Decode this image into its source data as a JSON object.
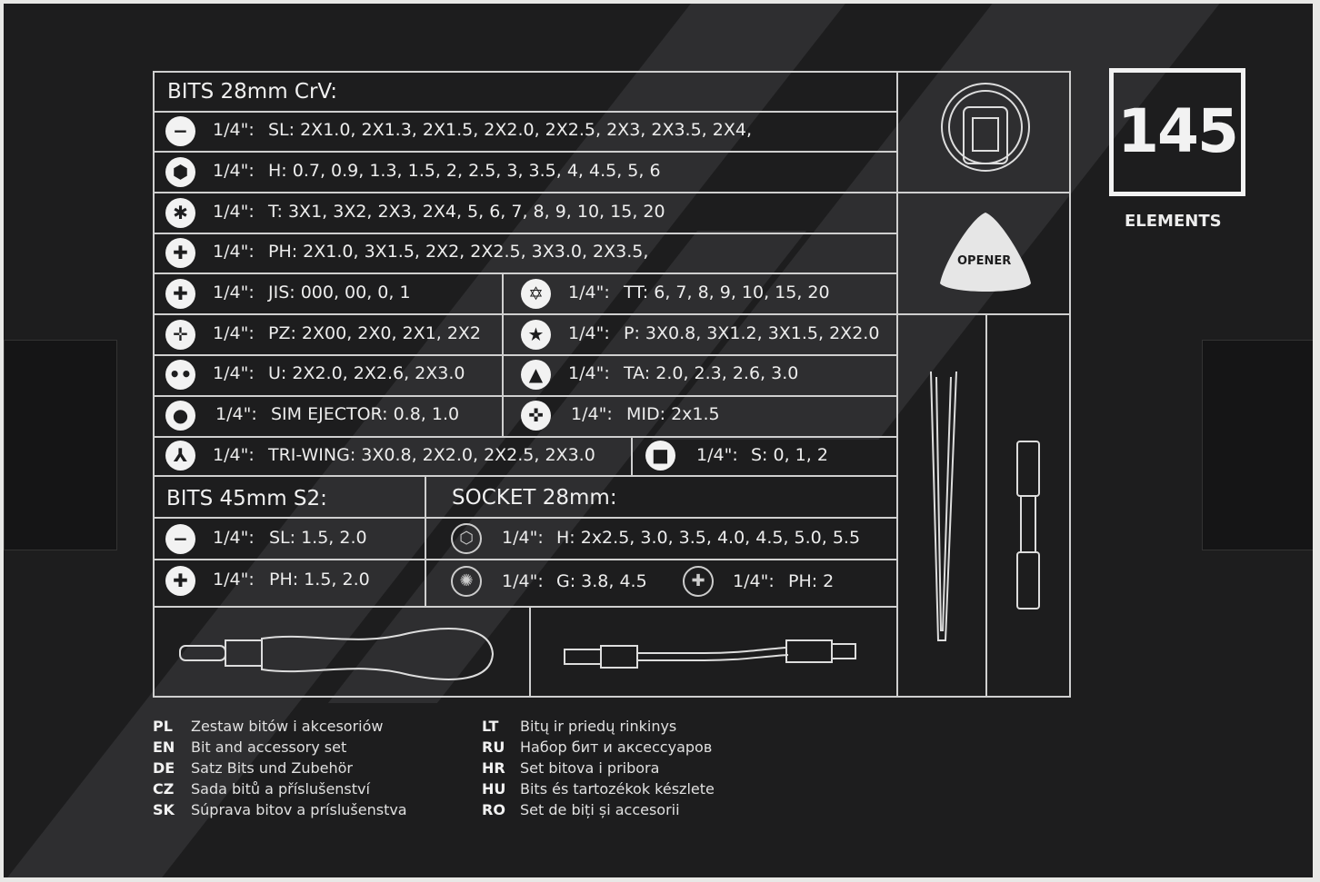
{
  "header_crv": "BITS 28mm CrV:",
  "prefix": "1/4\":",
  "rows": [
    {
      "icon": "slotted",
      "text": "SL: 2X1.0, 2X1.3, 2X1.5, 2X2.0, 2X2.5, 2X3, 2X3.5, 2X4,"
    },
    {
      "icon": "hex",
      "text": "H: 0.7, 0.9, 1.3, 1.5, 2, 2.5, 3, 3.5, 4, 4.5, 5, 6"
    },
    {
      "icon": "torx",
      "text": "T: 3X1, 3X2, 2X3, 2X4, 5, 6, 7, 8, 9, 10, 15, 20"
    },
    {
      "icon": "phillips",
      "text": "PH: 2X1.0, 3X1.5, 2X2, 2X2.5, 3X3.0, 2X3.5,"
    }
  ],
  "split_rows": [
    {
      "left": "JIS: 000, 00, 0, 1",
      "right": "TT: 6, 7, 8, 9, 10, 15, 20"
    },
    {
      "left": "PZ: 2X00, 2X0, 2X1, 2X2",
      "right": "P: 3X0.8, 3X1.2, 3X1.5, 2X2.0"
    },
    {
      "left": "U: 2X2.0, 2X2.6, 2X3.0",
      "right": "TA: 2.0, 2.3, 2.6, 3.0"
    },
    {
      "left": "SIM EJECTOR: 0.8, 1.0",
      "right": "MID: 2x1.5"
    },
    {
      "left": "TRI-WING: 3X0.8, 2X2.0, 2X2.5, 2X3.0",
      "right": "S: 0, 1, 2"
    }
  ],
  "header_s2": "BITS 45mm S2:",
  "header_socket": "SOCKET 28mm:",
  "s2_rows": [
    "SL: 1.5, 2.0",
    "PH: 1.5, 2.0"
  ],
  "socket_rows": [
    "H: 2x2.5, 3.0, 3.5, 4.0, 4.5, 5.0, 5.5",
    "G: 3.8, 4.5",
    "PH: 2"
  ],
  "opener_label": "OPENER",
  "count": "145",
  "count_label": "ELEMENTS",
  "languages": [
    {
      "code": "PL",
      "text": "Zestaw bitów i akcesoriów"
    },
    {
      "code": "EN",
      "text": "Bit and accessory set"
    },
    {
      "code": "DE",
      "text": "Satz Bits und Zubehör"
    },
    {
      "code": "CZ",
      "text": "Sada bitů a příslušenství"
    },
    {
      "code": "SK",
      "text": "Súprava bitov a príslušenstva"
    },
    {
      "code": "LT",
      "text": "Bitų ir priedų rinkinys"
    },
    {
      "code": "RU",
      "text": "Набор бит и аксессуаров"
    },
    {
      "code": "HR",
      "text": "Set bitova i pribora"
    },
    {
      "code": "HU",
      "text": "Bits és tartozékok készlete"
    },
    {
      "code": "RO",
      "text": "Set de biți și accesorii"
    }
  ]
}
